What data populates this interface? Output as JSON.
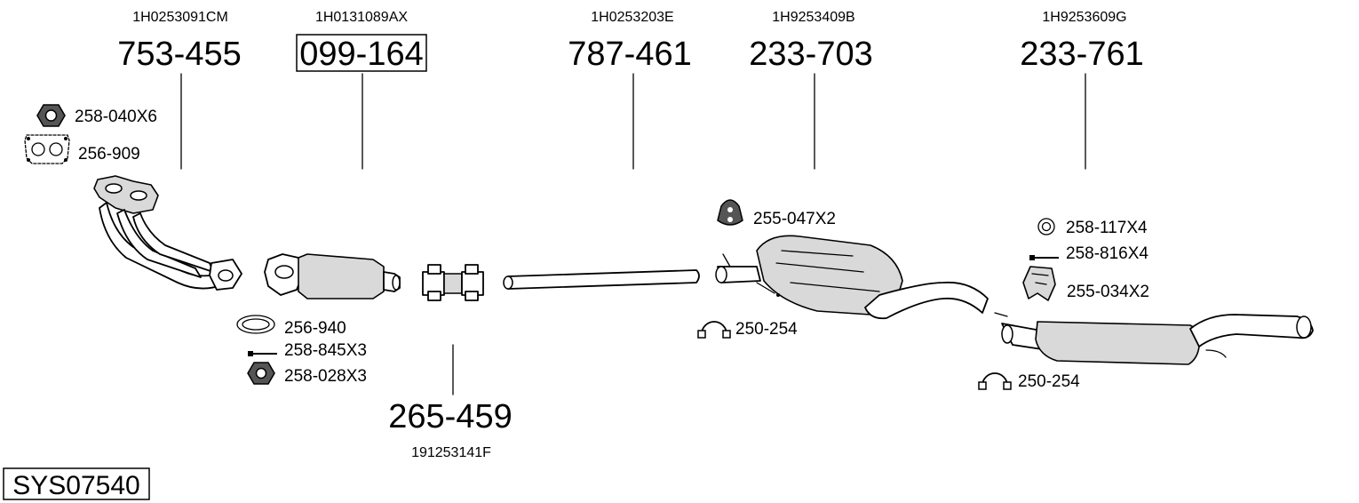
{
  "system_code": "SYS07540",
  "parts": [
    {
      "number": "753-455",
      "oe": "1H0253091CM",
      "boxed": false
    },
    {
      "number": "099-164",
      "oe": "1H0131089AX",
      "boxed": true
    },
    {
      "number": "265-459",
      "oe": "191253141F",
      "boxed": false
    },
    {
      "number": "787-461",
      "oe": "1H0253203E",
      "boxed": false
    },
    {
      "number": "233-703",
      "oe": "1H9253409B",
      "boxed": false
    },
    {
      "number": "233-761",
      "oe": "1H9253609G",
      "boxed": false
    }
  ],
  "accessories": [
    {
      "label": "258-040X6",
      "icon": "nut-icon"
    },
    {
      "label": "256-909",
      "icon": "flange-gasket-icon"
    },
    {
      "label": "256-940",
      "icon": "ring-gasket-icon"
    },
    {
      "label": "258-845X3",
      "icon": "bolt-icon"
    },
    {
      "label": "258-028X3",
      "icon": "nut-icon"
    },
    {
      "label": "255-047X2",
      "icon": "rubber-hanger-icon"
    },
    {
      "label": "250-254",
      "icon": "clamp-icon"
    },
    {
      "label": "258-117X4",
      "icon": "washer-icon"
    },
    {
      "label": "258-816X4",
      "icon": "bolt-icon"
    },
    {
      "label": "255-034X2",
      "icon": "mounting-bracket-icon"
    },
    {
      "label": "250-254",
      "icon": "clamp-icon"
    }
  ]
}
